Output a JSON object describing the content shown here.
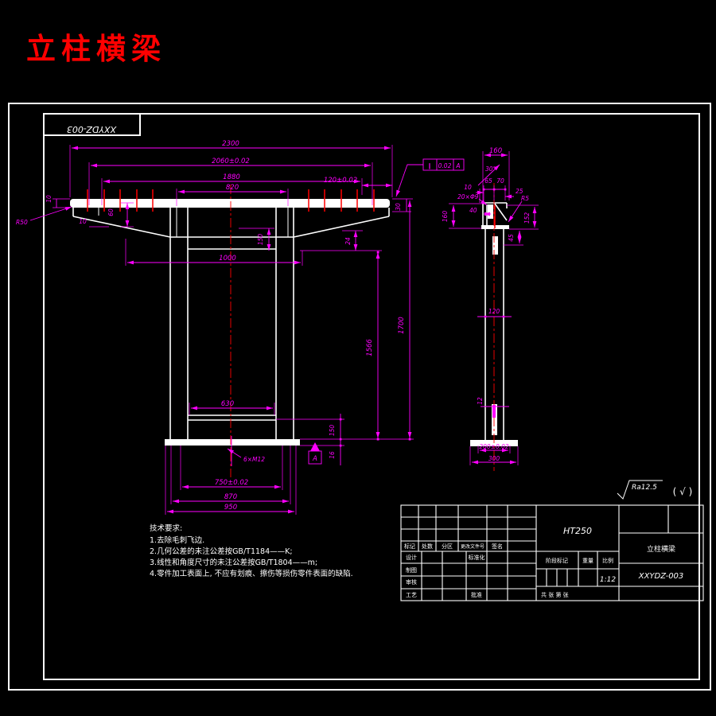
{
  "page_title": "立柱横梁",
  "frame_label": "XXYDZ-003",
  "colors": {
    "background": "#000000",
    "outline": "#FFFFFF",
    "dimension": "#FF00FF",
    "accent": "#FF0000"
  },
  "front_view": {
    "dims": {
      "overall_width": "2300",
      "width_2060": "2060±0.02",
      "width_1880": "1880",
      "width_820": "820",
      "width_120": "120±0.02",
      "thk_10": "10",
      "radius_r50": "R50",
      "gap_10": "10",
      "depth_60": "60",
      "end_30": "30",
      "right_24": "24",
      "mid_150": "150",
      "width_1000": "1000",
      "height_1566": "1566",
      "height_1700": "1700",
      "width_630": "630",
      "holes": "6×M12",
      "base_750": "750±0.02",
      "base_870": "870",
      "base_950": "950",
      "right_150": "150",
      "base_thk_16": "16"
    },
    "datum_label": "A"
  },
  "side_view": {
    "dims": {
      "top_160": "160",
      "angle": "30°",
      "seg_65": "65",
      "seg_70": "70",
      "seg_25": "25",
      "thk_10": "10",
      "holes": "20×Φ9",
      "seg_40": "40",
      "radius_r5": "R5",
      "left_160": "160",
      "right_152": "152",
      "right_45": "45",
      "col_width_120": "120",
      "wall_12": "12",
      "base_200": "200±0.02",
      "base_300": "300"
    }
  },
  "gdt": {
    "symbol": "∥",
    "tolerance": "0.02",
    "datum": "A"
  },
  "roughness": {
    "value": "Ra12.5",
    "note": "( √ )"
  },
  "tech_requirements": {
    "title": "技术要求:",
    "items": [
      "1.去除毛刺飞边.",
      "2.几何公差的未注公差按GB/T1184——K;",
      "3.线性和角度尺寸的未注公差按GB/T1804——m;",
      "4.零件加工表面上, 不应有划痕、擦伤等损伤零件表面的缺陷."
    ]
  },
  "title_block": {
    "material": "HT250",
    "part_name": "立柱横梁",
    "drawing_no": "XXYDZ-003",
    "scale_value": "1:12",
    "header_labels": [
      "标记",
      "处数",
      "分区",
      "更改文件号",
      "签名"
    ],
    "left_labels": [
      "设计",
      "制图",
      "审核",
      "工艺"
    ],
    "standardization_label": "标准化",
    "approval_label": "批准",
    "stage_label": "阶段标记",
    "weight_label": "重量",
    "scale_label": "比例",
    "sheet_label": "共  张  第  张"
  }
}
